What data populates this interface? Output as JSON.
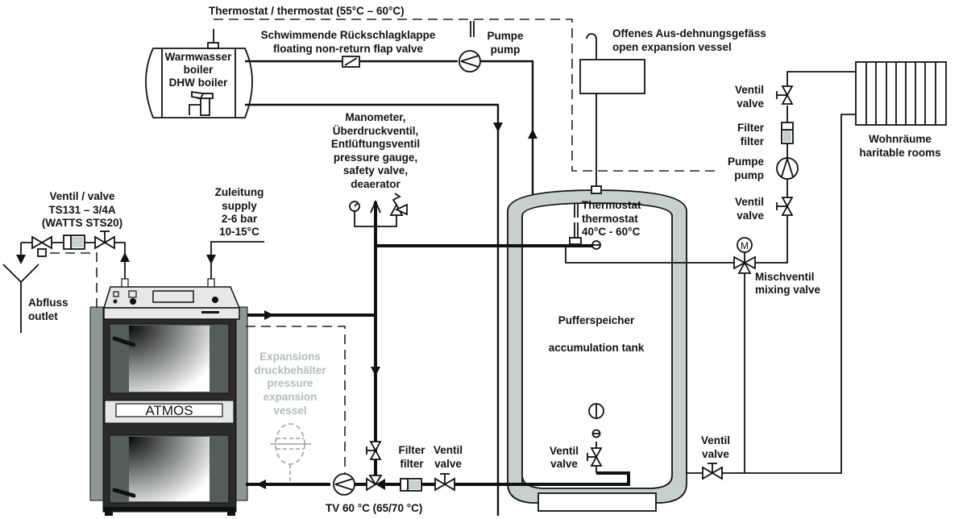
{
  "diagram": {
    "title": "Heating system schematic: ATMOS boiler with accumulation tank",
    "colors": {
      "line": "#111111",
      "insulation": "#c8d0ce",
      "expansion_vessel_text": "#b4bcbc",
      "boiler_dark": "#2b2b2b",
      "boiler_panel": "#e6e8e6"
    },
    "labels": {
      "dhw_thermostat": "Thermostat / thermostat (55°C – 60°C)",
      "flap_valve": [
        "Schwimmende Rückschlagklappe",
        "floating non-return flap valve"
      ],
      "dhw_pump": [
        "Pumpe",
        "pump"
      ],
      "open_expansion": [
        "Offenes Aus-dehnungsgefäss",
        "open expansion vessel"
      ],
      "dhw_boiler": [
        "Warmwasser",
        "boiler",
        "DHW boiler"
      ],
      "safety_group": [
        "Manometer,",
        "Überdruckventil,",
        "Entlüftungsventil",
        "pressure gauge,",
        "safety valve,",
        "deaerator"
      ],
      "valve_ts131": [
        "Ventil / valve",
        "TS131 – 3/4A",
        "(WATTS STS20)"
      ],
      "supply": [
        "Zuleitung",
        "supply",
        "2-6 bar",
        "10-15°C"
      ],
      "outlet": [
        "Abfluss",
        "outlet"
      ],
      "tank_thermostat": [
        "Thermostat",
        "thermostat",
        "40°C - 60°C"
      ],
      "tank": [
        "Pufferspeicher",
        "accumulation tank"
      ],
      "valve_top_right": [
        "Ventil",
        "valve"
      ],
      "filter_right": [
        "Filter",
        "filter"
      ],
      "pump_right": [
        "Pumpe",
        "pump"
      ],
      "valve_mid_right": [
        "Ventil",
        "valve"
      ],
      "mixing_valve": [
        "Mischventil",
        "mixing valve"
      ],
      "rooms": [
        "Wohnräume",
        "haritable rooms"
      ],
      "pressure_expansion": [
        "Expansions",
        "druckbehälter",
        "pressure",
        "expansion",
        "vessel"
      ],
      "filter_bottom": [
        "Filter",
        "filter"
      ],
      "valve_bottom": [
        "Ventil",
        "valve"
      ],
      "tv_valve": "TV 60 °C (65/70 °C)",
      "valve_tank": [
        "Ventil",
        "valve"
      ],
      "valve_bottom_right": [
        "Ventil",
        "valve"
      ],
      "boiler_brand": "ATMOS",
      "motor": "M"
    }
  }
}
